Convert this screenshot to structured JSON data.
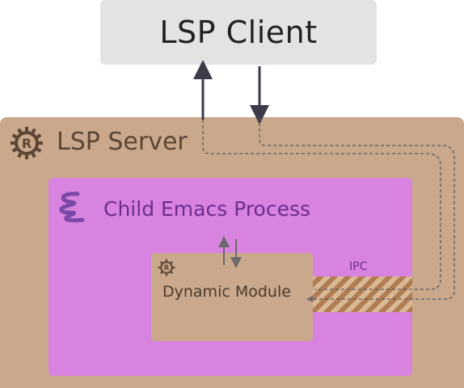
{
  "client": {
    "label": "LSP Client"
  },
  "server": {
    "label": "LSP Server",
    "logo": "rust-gear-icon"
  },
  "emacs": {
    "label": "Child Emacs Process",
    "logo": "emacs-icon"
  },
  "module": {
    "label": "Dynamic Module",
    "logo": "rust-gear-icon"
  },
  "ipc": {
    "label": "IPC"
  },
  "colors": {
    "client_bg": "#e3e3e1",
    "server_bg": "#c9a88b",
    "emacs_bg": "#d883df",
    "module_bg": "#c9a88b",
    "ipc_stripe_dark": "#b07c52",
    "ipc_stripe_light": "#d9b896"
  }
}
